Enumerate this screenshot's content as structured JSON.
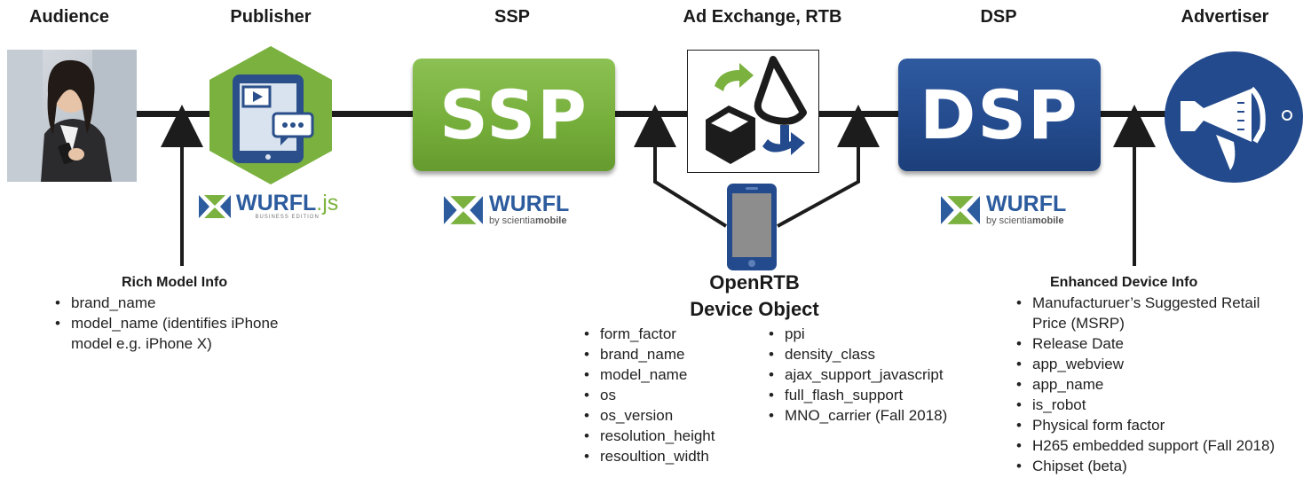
{
  "columns": [
    {
      "title": "Audience"
    },
    {
      "title": "Publisher"
    },
    {
      "title": "SSP"
    },
    {
      "title": "Ad Exchange, RTB"
    },
    {
      "title": "DSP"
    },
    {
      "title": "Advertiser"
    }
  ],
  "boxes": {
    "ssp": "SSP",
    "dsp": "DSP"
  },
  "logos": {
    "wurfl_js": {
      "word": "WURFL",
      "suffix": ".js",
      "sub": "BUSINESS EDITION"
    },
    "wurfl_ssp": {
      "word": "WURFL",
      "sub_prefix": "by scientia",
      "sub_bold": "mobile"
    },
    "wurfl_dsp": {
      "word": "WURFL",
      "sub_prefix": "by scientia",
      "sub_bold": "mobile"
    }
  },
  "rich_model": {
    "title": "Rich Model Info",
    "items": [
      "brand_name",
      "model_name (identifies iPhone model e.g. iPhone X)"
    ]
  },
  "openrtb": {
    "title_line1": "OpenRTB",
    "title_line2": "Device Object",
    "left_items": [
      "form_factor",
      "brand_name",
      "model_name",
      "os",
      "os_version",
      "resolution_height",
      "resoultion_width"
    ],
    "right_items": [
      "ppi",
      "density_class",
      "ajax_support_javascript",
      "full_flash_support",
      "MNO_carrier (Fall 2018)"
    ]
  },
  "enhanced": {
    "title": "Enhanced Device Info",
    "items": [
      "Manufacturuer’s Suggested Retail Price (MSRP)",
      "Release Date",
      "app_webview",
      "app_name",
      "is_robot",
      "Physical form factor",
      "H265 embedded support (Fall 2018)",
      "Chipset (beta)"
    ]
  },
  "colors": {
    "green": "#7ab13f",
    "blue": "#234a8c",
    "line": "#1c1c1c"
  }
}
